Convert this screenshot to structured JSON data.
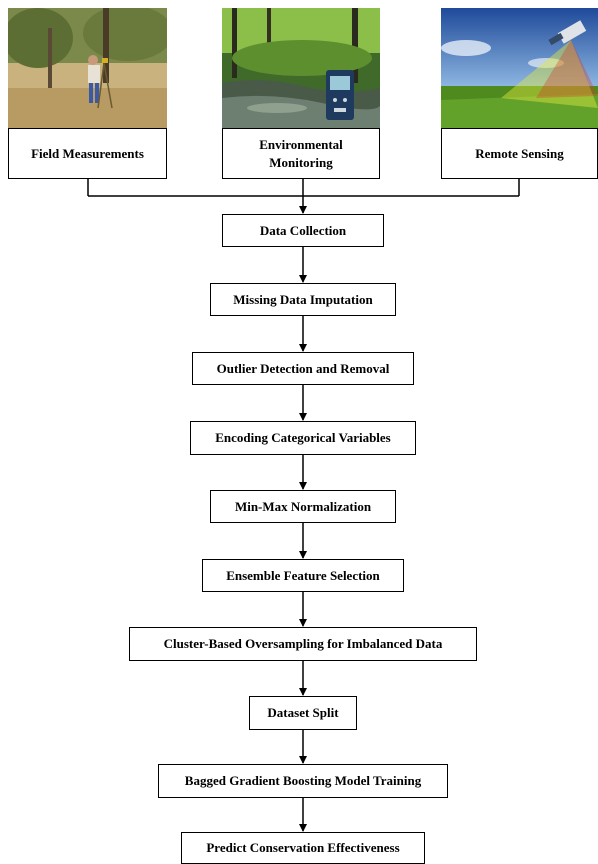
{
  "sources": [
    {
      "label": "Field Measurements",
      "image": "field-survey-photo"
    },
    {
      "label": "Environmental\nMonitoring",
      "image": "water-sensor-photo"
    },
    {
      "label": "Remote Sensing",
      "image": "satellite-scan-photo"
    }
  ],
  "steps": [
    "Data Collection",
    "Missing Data Imputation",
    "Outlier Detection and Removal",
    "Encoding Categorical Variables",
    "Min-Max Normalization",
    "Ensemble Feature Selection",
    "Cluster-Based Oversampling for Imbalanced Data",
    "Dataset Split",
    "Bagged Gradient Boosting Model Training",
    "Predict Conservation Effectiveness"
  ],
  "colors": {
    "line": "#000000",
    "box_fill": "#ffffff"
  }
}
